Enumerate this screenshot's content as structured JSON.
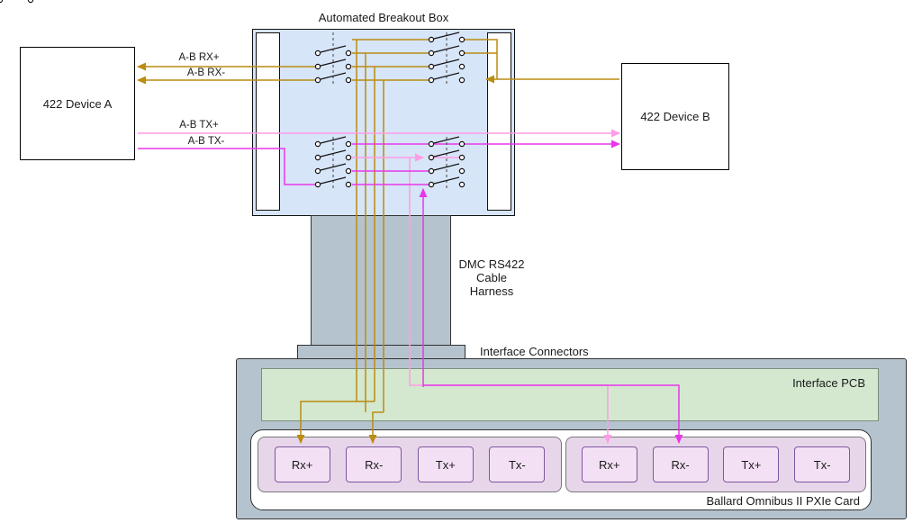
{
  "title": "Automated Breakout Box",
  "devices": {
    "a": "422 Device A",
    "b": "422 Device B"
  },
  "signals": {
    "rx_plus": "A-B RX+",
    "rx_minus": "A-B RX-",
    "tx_plus": "A-B TX+",
    "tx_minus": "A-B TX-"
  },
  "harness": {
    "line1": "DMC RS422",
    "line2": "Cable",
    "line3": "Harness"
  },
  "connectors_label": "Interface Connectors",
  "pcb_label": "Interface PCB",
  "card_label": "Ballard Omnibus II PXIe Card",
  "channels": {
    "group1": [
      "Rx+",
      "Rx-",
      "Tx+",
      "Tx-"
    ],
    "group2": [
      "Rx+",
      "Rx-",
      "Tx+",
      "Tx-"
    ]
  },
  "colors": {
    "rx_wire": "#ba8c10",
    "tx_wire_light": "#ff9ce6",
    "tx_wire": "#e836e8"
  }
}
